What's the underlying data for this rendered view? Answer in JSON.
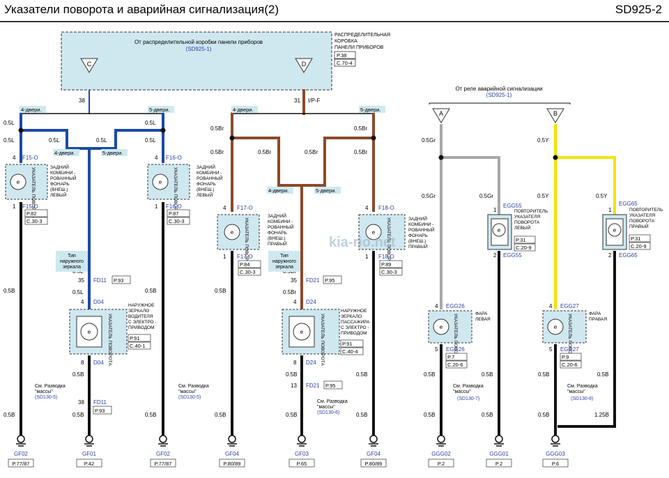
{
  "header": {
    "title": "Указатели  поворота и аварийная сигнализация(2)",
    "code": "SD925-2"
  },
  "colors": {
    "blue": "#1a4aa8",
    "brown": "#8b4a2b",
    "gray": "#a8a8a8",
    "yellow": "#f2e600",
    "black": "#111111",
    "module_fill": "#cfe8f0",
    "link": "#2d3fa5"
  },
  "fuse_box": {
    "from_text": "От распределительной коробки панели приборов",
    "ref": "(SD925-1)",
    "title_lines": [
      "РАСПРЕДЕЛИТЕЛЬНАЯ",
      "КОРОБКА",
      "ПАНЕЛИ ПРИБОРОВ"
    ],
    "page_ref": "P.38",
    "section_ref": "C.70-4",
    "conn_c": "C",
    "conn_d": "D",
    "pin_c": "38",
    "pin_d": "31",
    "pin_d_name": "I/P-F"
  },
  "hazard_relay": {
    "from_text": "От реле аварийной сигнализации",
    "ref": "(SD925-1)",
    "conn_a": "A",
    "conn_b": "B"
  },
  "labels": {
    "door4": "4-двери.",
    "door5": "5-двери.",
    "ext_mirror_type": [
      "Тип",
      "наружного",
      "зеркала"
    ],
    "ground_see": [
      "См. Разводка",
      "\"массы\""
    ]
  },
  "wires": {
    "w05l": "0.5L",
    "w05br": "0.5Br",
    "w05gr": "0.5Gr",
    "w05y": "0.5Y",
    "w05b": "0.5B",
    "w125b": "1.25B"
  },
  "modules": {
    "rear_left": {
      "name_lines": [
        "ЗАДНИЙ",
        "КОМБИНИ -",
        "РОВАННЫЙ",
        "ФОНАРЬ",
        "(ВНЕШ.)",
        "ЛЕВЫЙ"
      ],
      "conn_top": "F15-O",
      "conn_bot": "F15-O",
      "page": "P.82",
      "section": "C.30-3",
      "bulb": "УКАЗАТЕЛЬ ПОВОРОТА"
    },
    "rear_left_5": {
      "name_lines": [
        "ЗАДНИЙ",
        "КОМБИНИ -",
        "РОВАННЫЙ",
        "ФОНАРЬ",
        "(ВНЕШ.)",
        "ЛЕВЫЙ"
      ],
      "conn_top": "F16-O",
      "conn_bot": "F16-O",
      "page": "P.87",
      "section": "C.30-3",
      "bulb": "УКАЗАТЕЛЬ ПОВОРОТА"
    },
    "rear_right": {
      "name_lines": [
        "ЗАДНИЙ",
        "КОМБИНИ -",
        "РОВАННЫЙ",
        "ФОНАРЬ",
        "(ВНЕШ.)",
        "ПРАВЫЙ"
      ],
      "conn_top": "F17-O",
      "conn_bot": "F17-O",
      "page": "P.84",
      "section": "C.30-3",
      "bulb": "УКАЗАТЕЛЬ ПОВОРОТА"
    },
    "rear_right_5": {
      "name_lines": [
        "ЗАДНИЙ",
        "КОМБИНИ -",
        "РОВАННЫЙ",
        "ФОНАРЬ",
        "(ВНЕШ.)",
        "ПРАВЫЙ"
      ],
      "conn_top": "F18-O",
      "conn_bot": "F18-O",
      "page": "P.89",
      "section": "C.30-3",
      "bulb": "УКАЗАТЕЛЬ ПОВОРОТА"
    },
    "mirror_driver": {
      "name_lines": [
        "НАРУЖНОЕ",
        "ЗЕРКАЛО",
        "ВОДИТЕЛЯ",
        "С ЭЛЕКТРО -",
        "ПРИВОДОМ"
      ],
      "conn_top": "D04",
      "conn_bot": "D04",
      "pin_top": "4",
      "pin_bot": "8",
      "page": "P.91",
      "section": "C.40-1",
      "bulb": "УКАЗАТЕЛЬ ПОВОРОТА",
      "fd": "FD11",
      "fd_pin": "35",
      "fd_page": "P.93"
    },
    "mirror_pass": {
      "name_lines": [
        "НАРУЖНОЕ",
        "ЗЕРКАЛО",
        "ПАССАЖИРА",
        "С ЭЛЕКТРО -",
        "ПРИВОДОМ"
      ],
      "conn_top": "D24",
      "conn_bot": "D24",
      "pin_top": "4",
      "pin_bot": "8",
      "page": "P.91",
      "section": "C.40-4",
      "bulb": "УКАЗАТЕЛЬ ПОВОРОТА",
      "fd": "FD21",
      "fd_pin": "35",
      "fd_page": "P.95"
    },
    "head_left": {
      "name_lines": [
        "ФАРА",
        "ЛЕВАЯ"
      ],
      "conn": "EGG26",
      "pin_top": "4",
      "pin_bot": "5",
      "page": "P.7",
      "section": "C.20-6",
      "bulb": "УКАЗАТЕЛЬ ПОВОРОТА"
    },
    "rep_left": {
      "name_lines": [
        "ПОВТОРИТЕЛЬ",
        "УКАЗАТЕЛЯ",
        "ПОВОРОТА",
        "ЛЕВЫЙ"
      ],
      "conn": "EGG55",
      "pin_top": "1",
      "pin_bot": "2",
      "page": "P.31",
      "section": "C.20-9"
    },
    "head_right": {
      "name_lines": [
        "ФАРА",
        "ПРАВАЯ"
      ],
      "conn": "EGG27",
      "pin_top": "4",
      "pin_bot": "5",
      "page": "P.9",
      "section": "C.20-6",
      "bulb": "УКАЗАТЕЛЬ ПОВОРОТА"
    },
    "rep_right": {
      "name_lines": [
        "ПОВТОРИТЕЛЬ",
        "УКАЗАТЕЛЯ",
        "ПОВОРОТА",
        "ПРАВЫЙ"
      ],
      "conn": "EGG65",
      "pin_top": "1",
      "pin_bot": "2",
      "page": "P.31",
      "section": "C.20-9"
    }
  },
  "fd_bottom": {
    "fd11": {
      "name": "FD11",
      "pin": "38",
      "page": "P.93"
    },
    "fd21": {
      "name": "FD21",
      "pin": "13",
      "page": "P.95"
    }
  },
  "ground_refs": {
    "left": "(SD130-5)",
    "mid": "(SD130-6)",
    "right1": "(SD130-7)",
    "right2": "(SD130-8)"
  },
  "grounds": [
    {
      "name": "GF02",
      "page": "P.77/87"
    },
    {
      "name": "GF01",
      "page": "P.42"
    },
    {
      "name": "GF02",
      "page": "P.77/87"
    },
    {
      "name": "GF04",
      "page": "P.80/89"
    },
    {
      "name": "GF03",
      "page": "P.65"
    },
    {
      "name": "GF04",
      "page": "P.80/89"
    },
    {
      "name": "GGG02",
      "page": "P.2"
    },
    {
      "name": "GGG01",
      "page": "P.2"
    },
    {
      "name": "GGG03",
      "page": "P.6"
    }
  ],
  "watermark": "kia-rio.net"
}
